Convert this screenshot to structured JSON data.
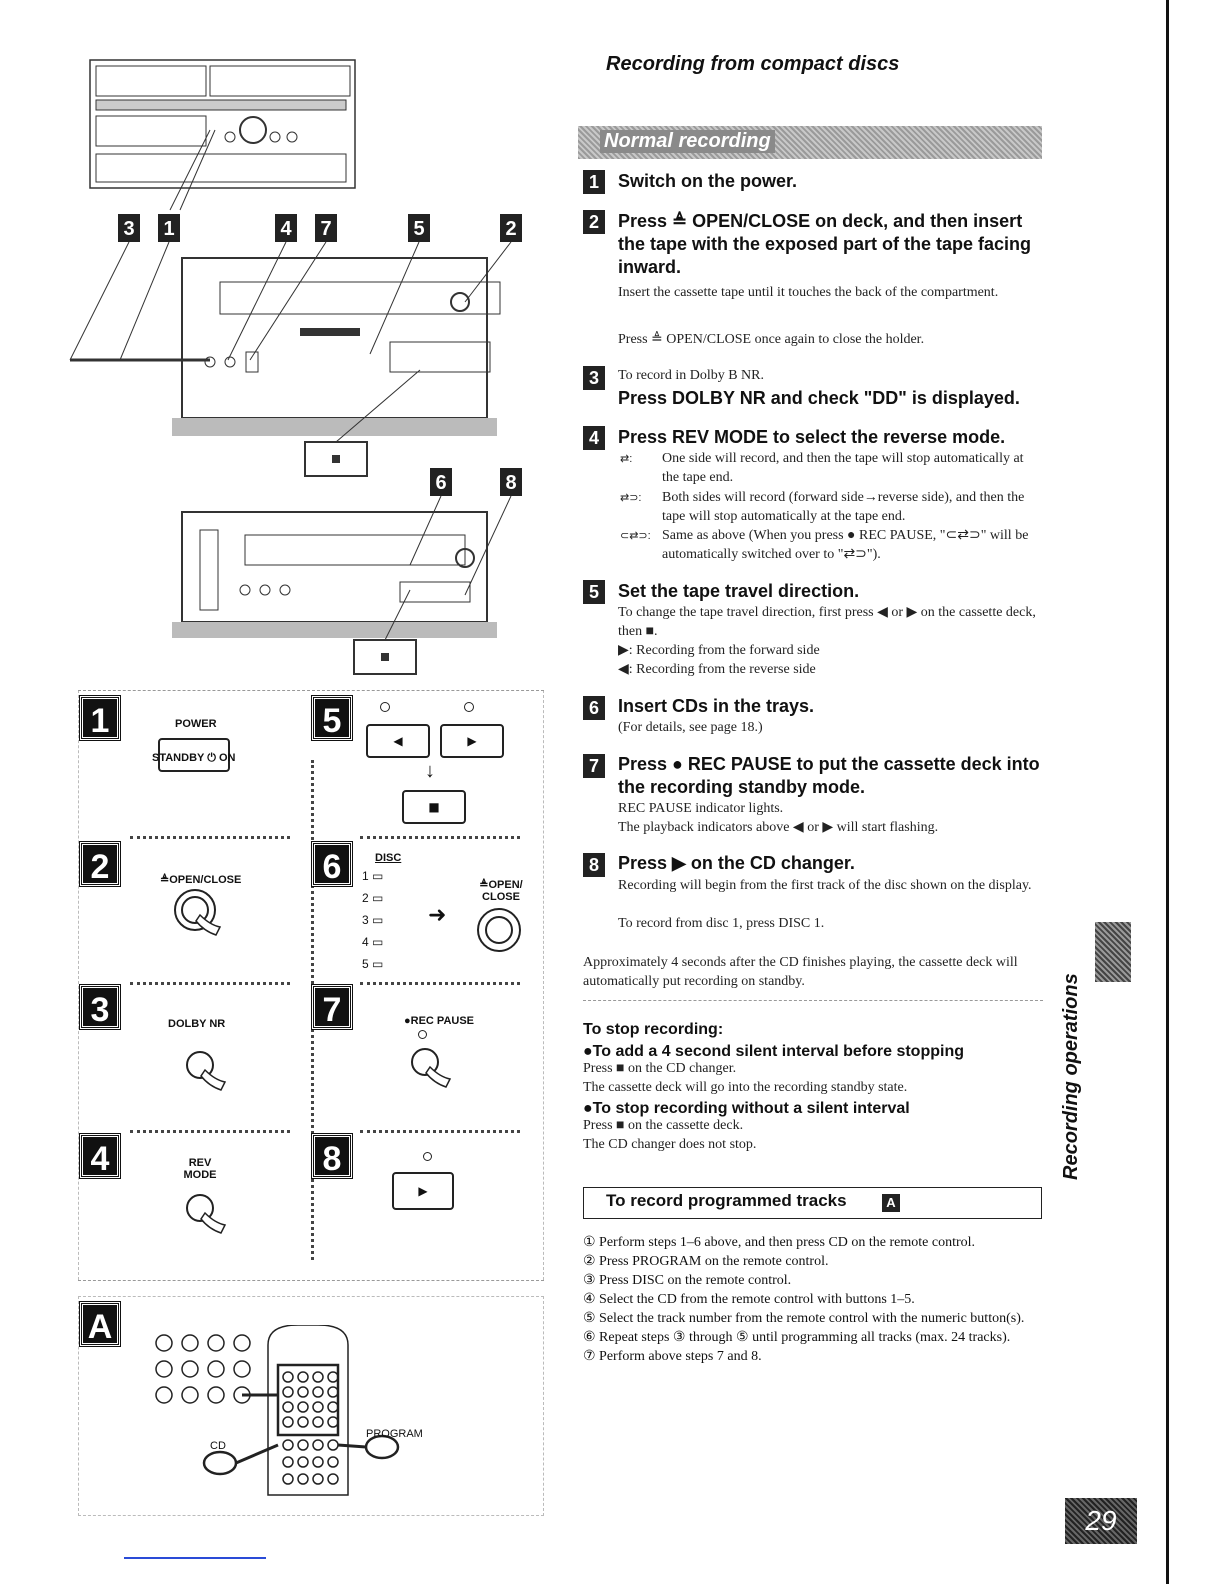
{
  "page_title": "Recording from compact discs",
  "banner": "Normal recording",
  "steps": [
    {
      "num": "1",
      "title": "Switch on the power.",
      "body": []
    },
    {
      "num": "2",
      "title": "Press ≜ OPEN/CLOSE on deck, and then insert the tape with the exposed part of the tape facing inward.",
      "body": [
        "Insert the cassette tape until it touches the back of the compartment.",
        "Press ≜ OPEN/CLOSE once again to close the holder."
      ]
    },
    {
      "num": "3",
      "pre": "To record in Dolby B NR.",
      "title": "Press DOLBY NR and check \"DD\" is displayed.",
      "body": []
    },
    {
      "num": "4",
      "title": "Press REV MODE to select the reverse mode.",
      "body": [
        "One side will record, and then the tape will stop automatically at the tape end.",
        "Both sides will record (forward side→reverse side), and then the tape will stop automatically at the tape end.",
        "Same as above (When you press ● REC PAUSE, \"⊂⇄⊃\" will be automatically switched over to \"⇄⊃\")."
      ]
    },
    {
      "num": "5",
      "title": "Set the tape travel direction.",
      "body": [
        "To change the tape travel direction, first press ◀ or ▶ on the cassette deck, then ■.",
        "▶: Recording from the forward side",
        "◀: Recording from the reverse side"
      ]
    },
    {
      "num": "6",
      "title": "Insert CDs in the trays.",
      "body": [
        "(For details, see page 18.)"
      ]
    },
    {
      "num": "7",
      "title": "Press ● REC PAUSE to put the cassette deck into the recording standby mode.",
      "body": [
        "REC PAUSE indicator lights.",
        "The playback indicators above ◀ or ▶ will start flashing."
      ]
    },
    {
      "num": "8",
      "title": "Press ▶ on the CD changer.",
      "body": [
        "Recording will begin from the first track of the disc shown on the display.",
        "To record from disc 1, press DISC 1."
      ]
    }
  ],
  "approx_note": "Approximately 4 seconds after the CD finishes playing, the cassette deck will automatically put recording on standby.",
  "stop": {
    "heading": "To stop recording:",
    "sub1": "●To add a 4 second silent interval before stopping",
    "sub1_body": [
      "Press ■ on the CD changer.",
      "The cassette deck will go into the recording standby state."
    ],
    "sub2": "●To stop recording without a silent interval",
    "sub2_body": [
      "Press ■ on the cassette deck.",
      "The CD changer does not stop."
    ]
  },
  "programmed": {
    "heading": "To record programmed tracks",
    "ref": "A",
    "items": [
      "① Perform steps 1–6 above, and then press CD on the remote control.",
      "② Press PROGRAM on the remote control.",
      "③ Press DISC on the remote control.",
      "④ Select the CD from the remote control with buttons 1–5.",
      "⑤ Select the track number from the remote control with the numeric button(s).",
      "⑥ Repeat steps ③ through ⑤ until programming all tracks (max. 24 tracks).",
      "⑦ Perform above steps 7 and 8."
    ]
  },
  "side_label": "Recording operations",
  "page_number": "29",
  "diagram_callouts": [
    "3",
    "1",
    "4",
    "7",
    "5",
    "2",
    "6",
    "8"
  ],
  "panels": {
    "p1": {
      "num": "1",
      "top": "POWER",
      "bottom": "STANDBY ⏻ ON"
    },
    "p2": {
      "num": "2",
      "label": "≜OPEN/CLOSE"
    },
    "p3": {
      "num": "3",
      "label": "DOLBY NR"
    },
    "p4": {
      "num": "4",
      "label": "REV MODE"
    },
    "p5": {
      "num": "5"
    },
    "p6": {
      "num": "6",
      "disc": "DISC",
      "trays": [
        "1",
        "2",
        "3",
        "4",
        "5"
      ],
      "open": "≜OPEN/ CLOSE"
    },
    "p7": {
      "num": "7",
      "label": "●REC PAUSE"
    },
    "p8": {
      "num": "8"
    },
    "pA": {
      "num": "A",
      "cd": "CD",
      "program": "PROGRAM"
    }
  }
}
